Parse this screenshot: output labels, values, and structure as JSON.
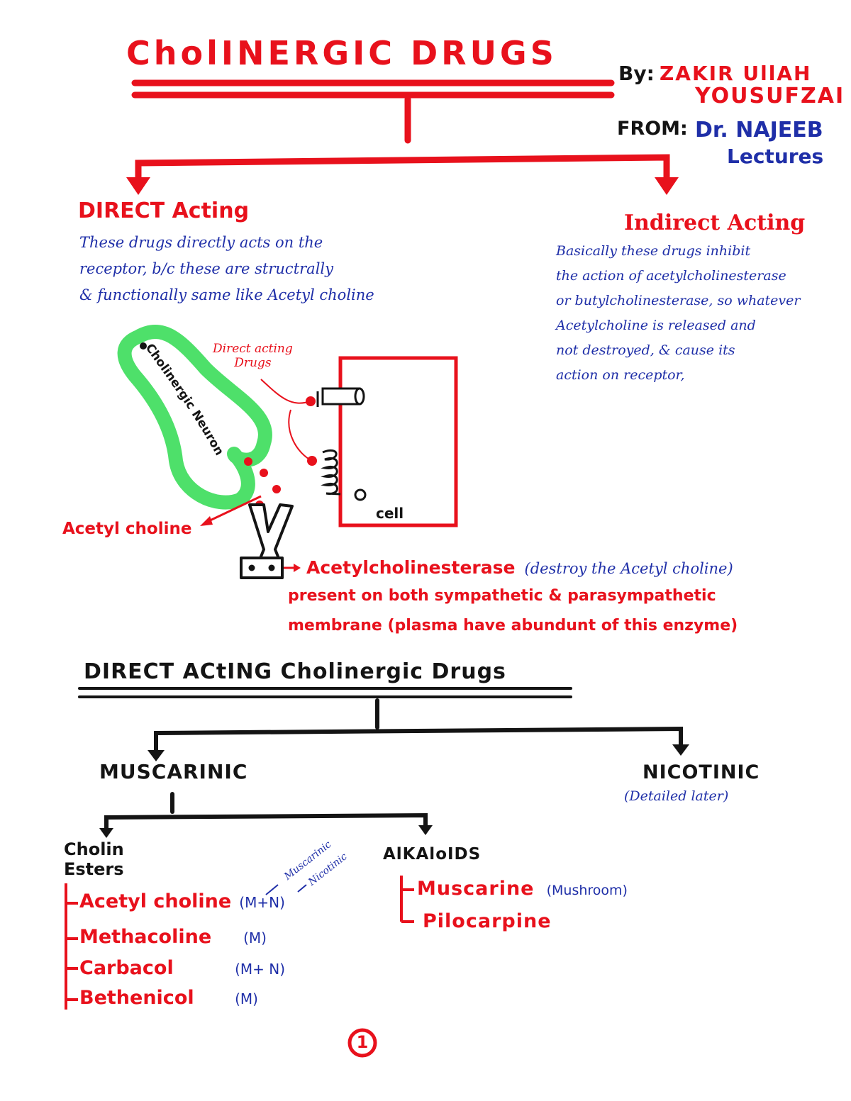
{
  "header": {
    "title": "CholINERGIC DRUGS",
    "by_label": "By:",
    "author": [
      "ZAKIR UllAH",
      "YOUSUFZAI"
    ],
    "from_label": "FROM:",
    "source": [
      "Dr. NAJEEB",
      "Lectures"
    ]
  },
  "direct": {
    "heading": "DIRECT Acting",
    "lines": [
      "These drugs directly acts on the",
      "receptor, b/c these are structrally",
      "& functionally same like Acetyl choline"
    ]
  },
  "indirect": {
    "heading": "Indirect Acting",
    "lines": [
      "Basically these drugs inhibit",
      "the action of acetylcholinesterase",
      "or butylcholinesterase, so whatever",
      "Acetylcholine is released and",
      "not destroyed, & cause its",
      "action on receptor,"
    ]
  },
  "diagram": {
    "neuron_label": "Cholinergic Neuron",
    "drugs_label": [
      "Direct acting",
      "Drugs"
    ],
    "cell_label": "cell",
    "ach_label": "Acetyl choline",
    "ache_line": "Acetylcholinesterase",
    "ache_note": "(destroy the Acetyl choline)",
    "ache_desc": [
      "present on both sympathetic & parasympathetic",
      "membrane (plasma have abundunt of this enzyme)"
    ]
  },
  "section2": {
    "title": "DIRECT ACtING Cholinergic Drugs",
    "muscarinic": "MUSCARINIC",
    "nicotinic": "NICOTINIC",
    "nicotinic_note": "(Detailed later)",
    "cholin_esters": [
      "Cholin",
      "Esters"
    ],
    "annot_muscarinic": "Muscarinic",
    "annot_nicotinic": "Nicotinic",
    "esters": [
      {
        "name": "Acetyl choline",
        "tag": "(M+N)"
      },
      {
        "name": "Methacoline",
        "tag": "(M)"
      },
      {
        "name": "Carbacol",
        "tag": "(M+ N)"
      },
      {
        "name": "Bethenicol",
        "tag": "(M)"
      }
    ],
    "alkaloids": "AlKAloIDS",
    "alkaloid_items": [
      {
        "name": "Muscarine",
        "tag": "(Mushroom)"
      },
      {
        "name": "Pilocarpine",
        "tag": ""
      }
    ]
  },
  "page_number": "1",
  "colors": {
    "red": "#e8111c",
    "blue": "#1f2fa8",
    "green": "#4ee06a",
    "black": "#141414"
  }
}
